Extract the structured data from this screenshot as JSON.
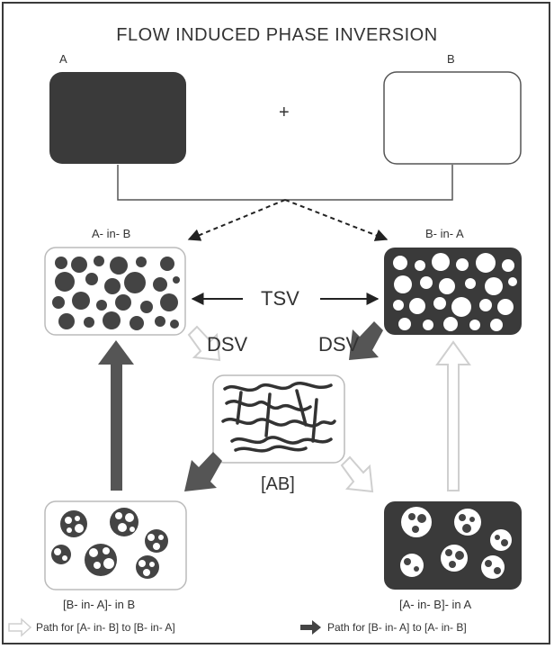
{
  "title": "FLOW INDUCED PHASE INVERSION",
  "labels": {
    "a": "A",
    "b": "B",
    "plus": "+",
    "a_in_b": "A- in- B",
    "b_in_a": "B- in- A",
    "tsv": "TSV",
    "dsv_left": "DSV",
    "dsv_right": "DSV",
    "ab": "[AB]",
    "b_in_a_in_b": "[B- in- A]- in B",
    "a_in_b_in_a": "[A- in- B]- in A"
  },
  "legend": {
    "light_path": "Path for [A- in- B] to [B- in- A]",
    "dark_path": "Path for [B- in- A] to [A- in- B]"
  },
  "colors": {
    "dark_phase": "#3a3a3a",
    "light_phase": "#ffffff",
    "light_arrow": "#dcdcdc",
    "dark_arrow": "#555555"
  }
}
